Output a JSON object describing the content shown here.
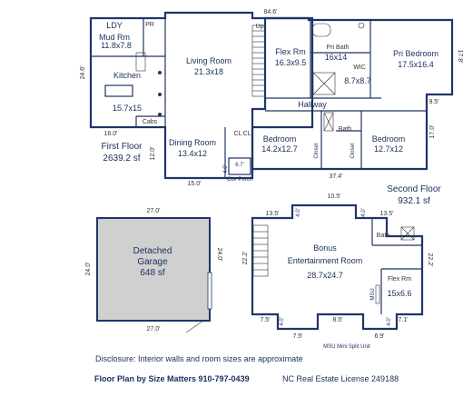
{
  "plan": {
    "top_cut_dim": "84.6'",
    "first_floor": {
      "label": "First Floor",
      "area": "2639.2 sf",
      "rooms": {
        "ldy": "LDY",
        "mud_rm": "Mud Rm",
        "mud_rm_size": "11.8x7.8",
        "pr": "PR",
        "kitchen": "Kitchen",
        "kitchen_size": "15.7x15",
        "cabs": "Cabs",
        "living_room": "Living Room",
        "living_room_size": "21.3x18",
        "dining_room": "Dining Room",
        "dining_room_size": "13.4x12",
        "cov_porch": "Cov Porch",
        "up": "Up"
      },
      "dims": {
        "left": "24.6'",
        "kitchen_bottom": "16.0'",
        "dining_left": "12.0'",
        "bottom": "15.0'",
        "porch_h": "4.0'",
        "porch_w": "6.7'"
      }
    },
    "second_floor": {
      "label": "Second Floor",
      "area": "932.1 sf",
      "rooms": {
        "flex_rm": "Flex Rm",
        "flex_rm_size": "16.3x9.5",
        "pri_bath": "Pri Bath",
        "pri_bath_size": "16x14",
        "wic": "WIC",
        "wic_size": "8.7x8.7",
        "pri_bedroom": "Pri Bedroom",
        "pri_bedroom_size": "17.5x16.4",
        "hallway": "Hallway",
        "bath": "Bath",
        "bedroom_a": "Bedroom",
        "bedroom_a_size": "14.2x12.7",
        "bedroom_b": "Bedroom",
        "bedroom_b_size": "12.7x12",
        "closet": "Closet",
        "cl": "CL"
      },
      "dims": {
        "right": "17.8'",
        "right_step": "9.5'",
        "right_lower": "17.0'",
        "bottom": "37.4'"
      }
    },
    "garage": {
      "label_line1": "Detached",
      "label_line2": "Garage",
      "area": "648 sf",
      "dims": {
        "top": "27.0'",
        "bottom": "27.0'",
        "left": "24.0'",
        "right": "24.0'"
      }
    },
    "bonus": {
      "label_line1": "Bonus",
      "label_line2": "Entertainment Room",
      "size": "28.7x24.7",
      "bath": "Bath",
      "flex_rm": "Flex Rm",
      "flex_rm_size": "15x6.6",
      "msu": "MSU",
      "msu_note": "MSU Mini Split Unit",
      "dims": {
        "top": "10.5'",
        "top_left": "13.5'",
        "top_right": "13.5'",
        "top_notch_l": "4.0'",
        "top_notch_r": "4.0'",
        "left": "22.2'",
        "right": "22.2'",
        "bottom_left": "7.5'",
        "bottom_notch_l": "4.0'",
        "bottom_mid": "8.5'",
        "bottom_notch_r": "4.0'",
        "bottom_right": "7.1'",
        "bottom_left_low": "7.5'",
        "bottom_right_low": "6.9'"
      }
    },
    "footer": {
      "disclosure": "Disclosure: Interior walls and room sizes are approximate",
      "credit": "Floor Plan by Size Matters 910-797-0439",
      "license": "NC Real Estate License 249188"
    }
  }
}
